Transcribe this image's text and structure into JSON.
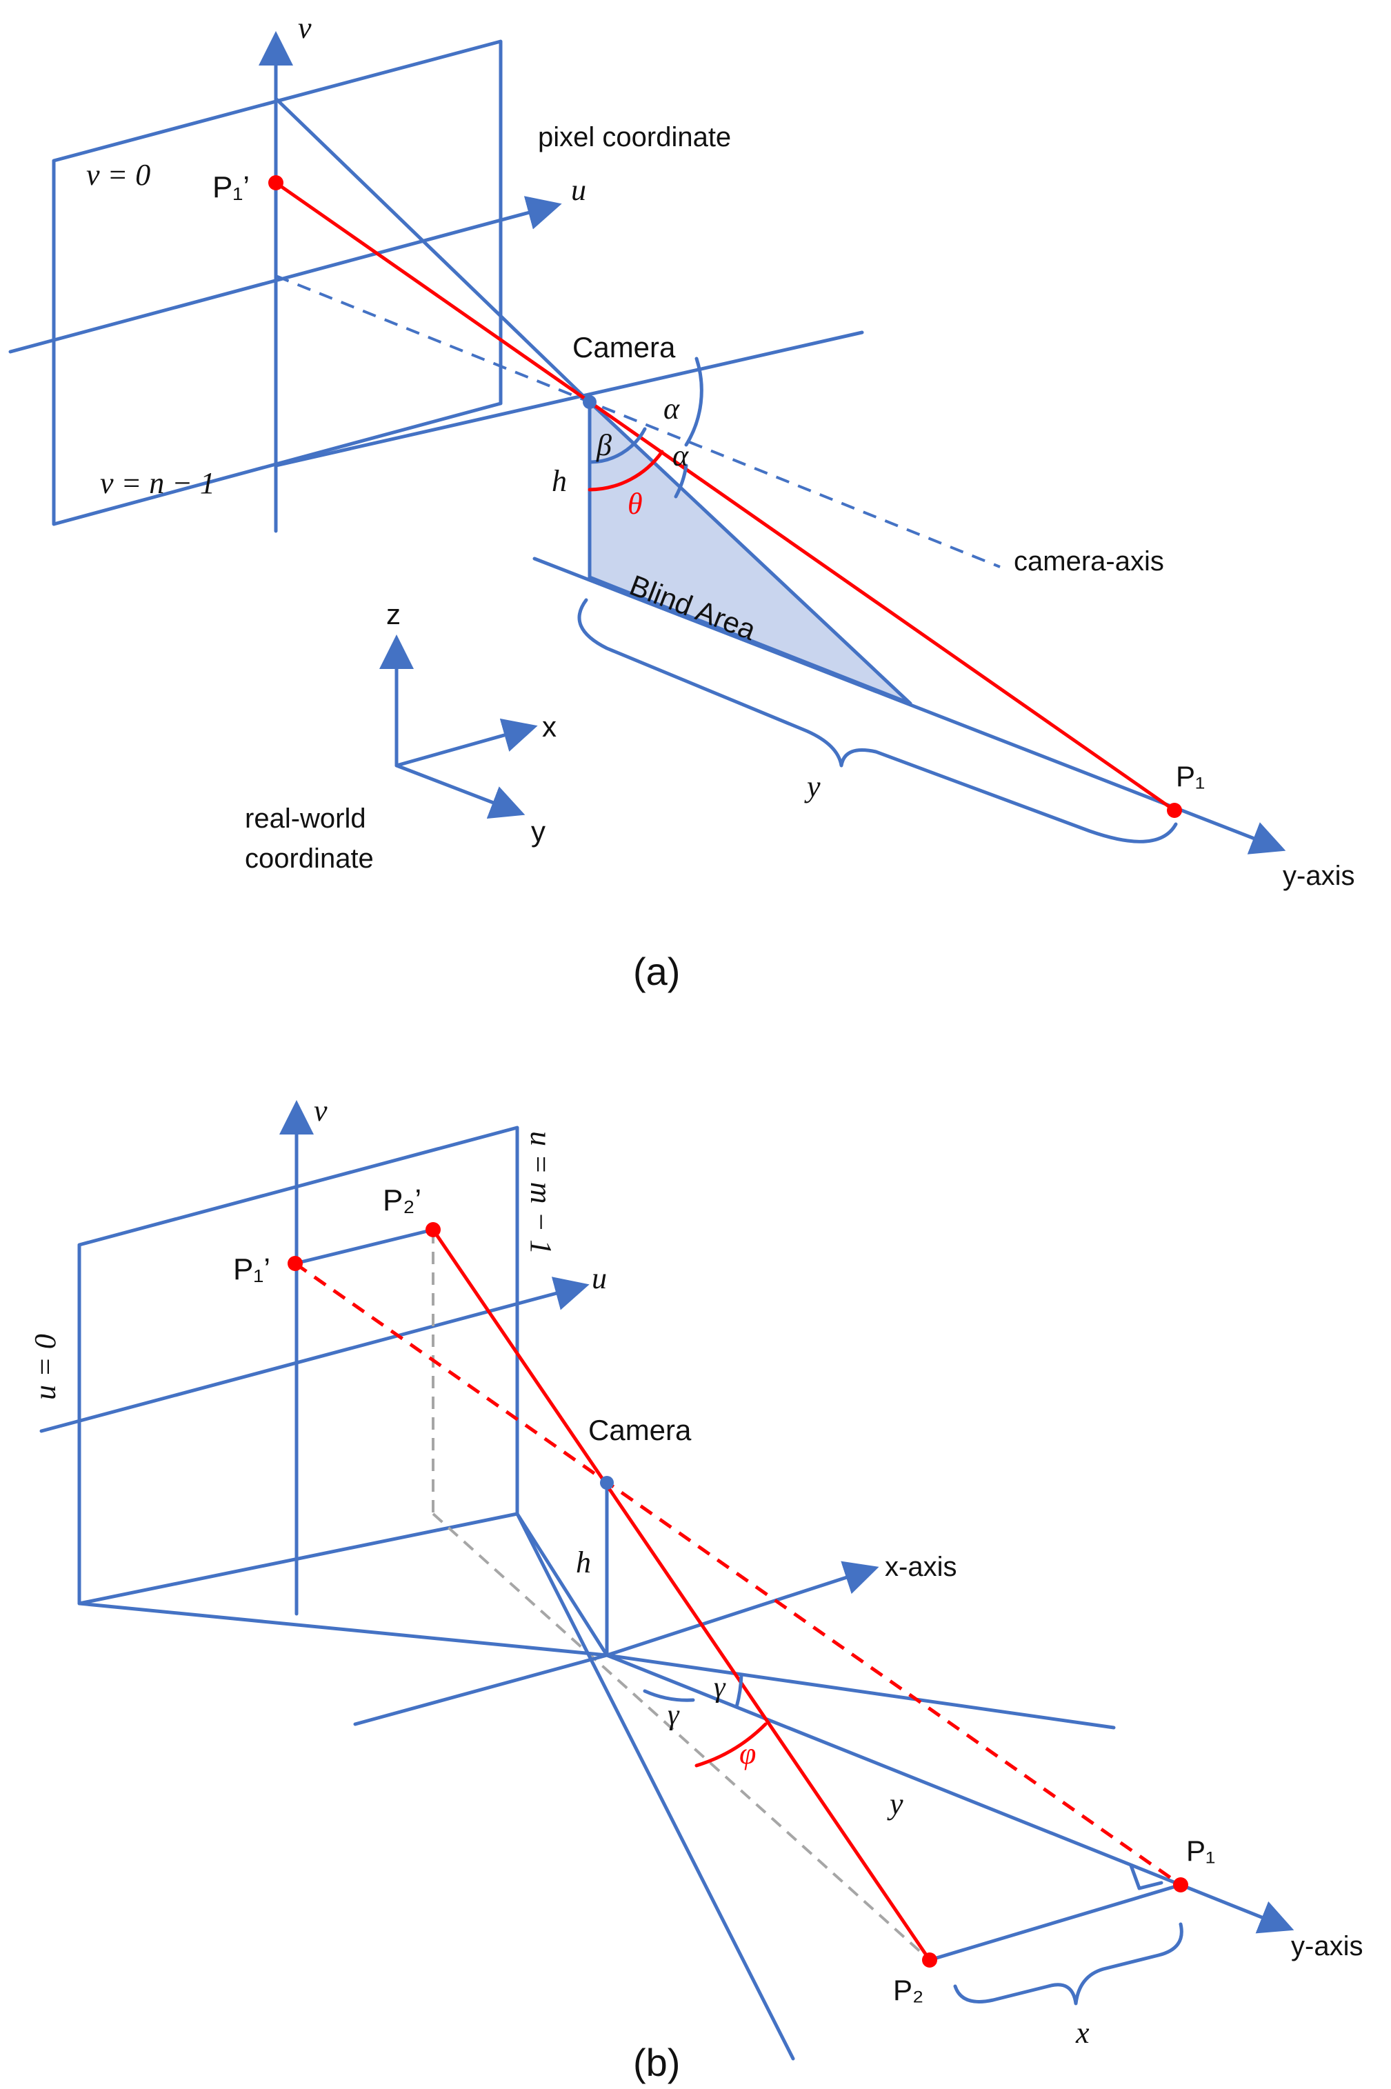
{
  "colors": {
    "axis_blue": "#4472C4",
    "ray_red": "#FF0000",
    "blind_area_fill": "#C9D5EE",
    "projection_gray": "#A6A6A6"
  },
  "panel_a": {
    "caption": "(a)",
    "labels": {
      "v_axis": "v",
      "u_axis": "u",
      "pixel_coordinate": "pixel coordinate",
      "v_top": "v = 0",
      "v_bottom": "v = n − 1",
      "p1_prime": "P₁’",
      "camera": "Camera",
      "alpha_outer": "α",
      "alpha_inner": "α",
      "beta": "β",
      "theta": "θ",
      "h": "h",
      "camera_axis": "camera-axis",
      "blind_area": "Blind Area",
      "z": "z",
      "x": "x",
      "y_small": "y",
      "real_world_1": "real-world",
      "real_world_2": "coordinate",
      "y_brace": "y",
      "p1": "P₁",
      "y_axis": "y-axis"
    }
  },
  "panel_b": {
    "caption": "(b)",
    "labels": {
      "v_axis": "v",
      "u_axis": "u",
      "u_right": "u = m − 1",
      "u_left": "u = 0",
      "p1_prime": "P₁’",
      "p2_prime": "P₂’",
      "camera": "Camera",
      "h": "h",
      "x_axis": "x-axis",
      "gamma_1": "γ",
      "gamma_2": "γ",
      "phi": "φ",
      "y": "y",
      "p1": "P₁",
      "p2": "P₂",
      "x_brace": "x",
      "y_axis": "y-axis"
    }
  }
}
